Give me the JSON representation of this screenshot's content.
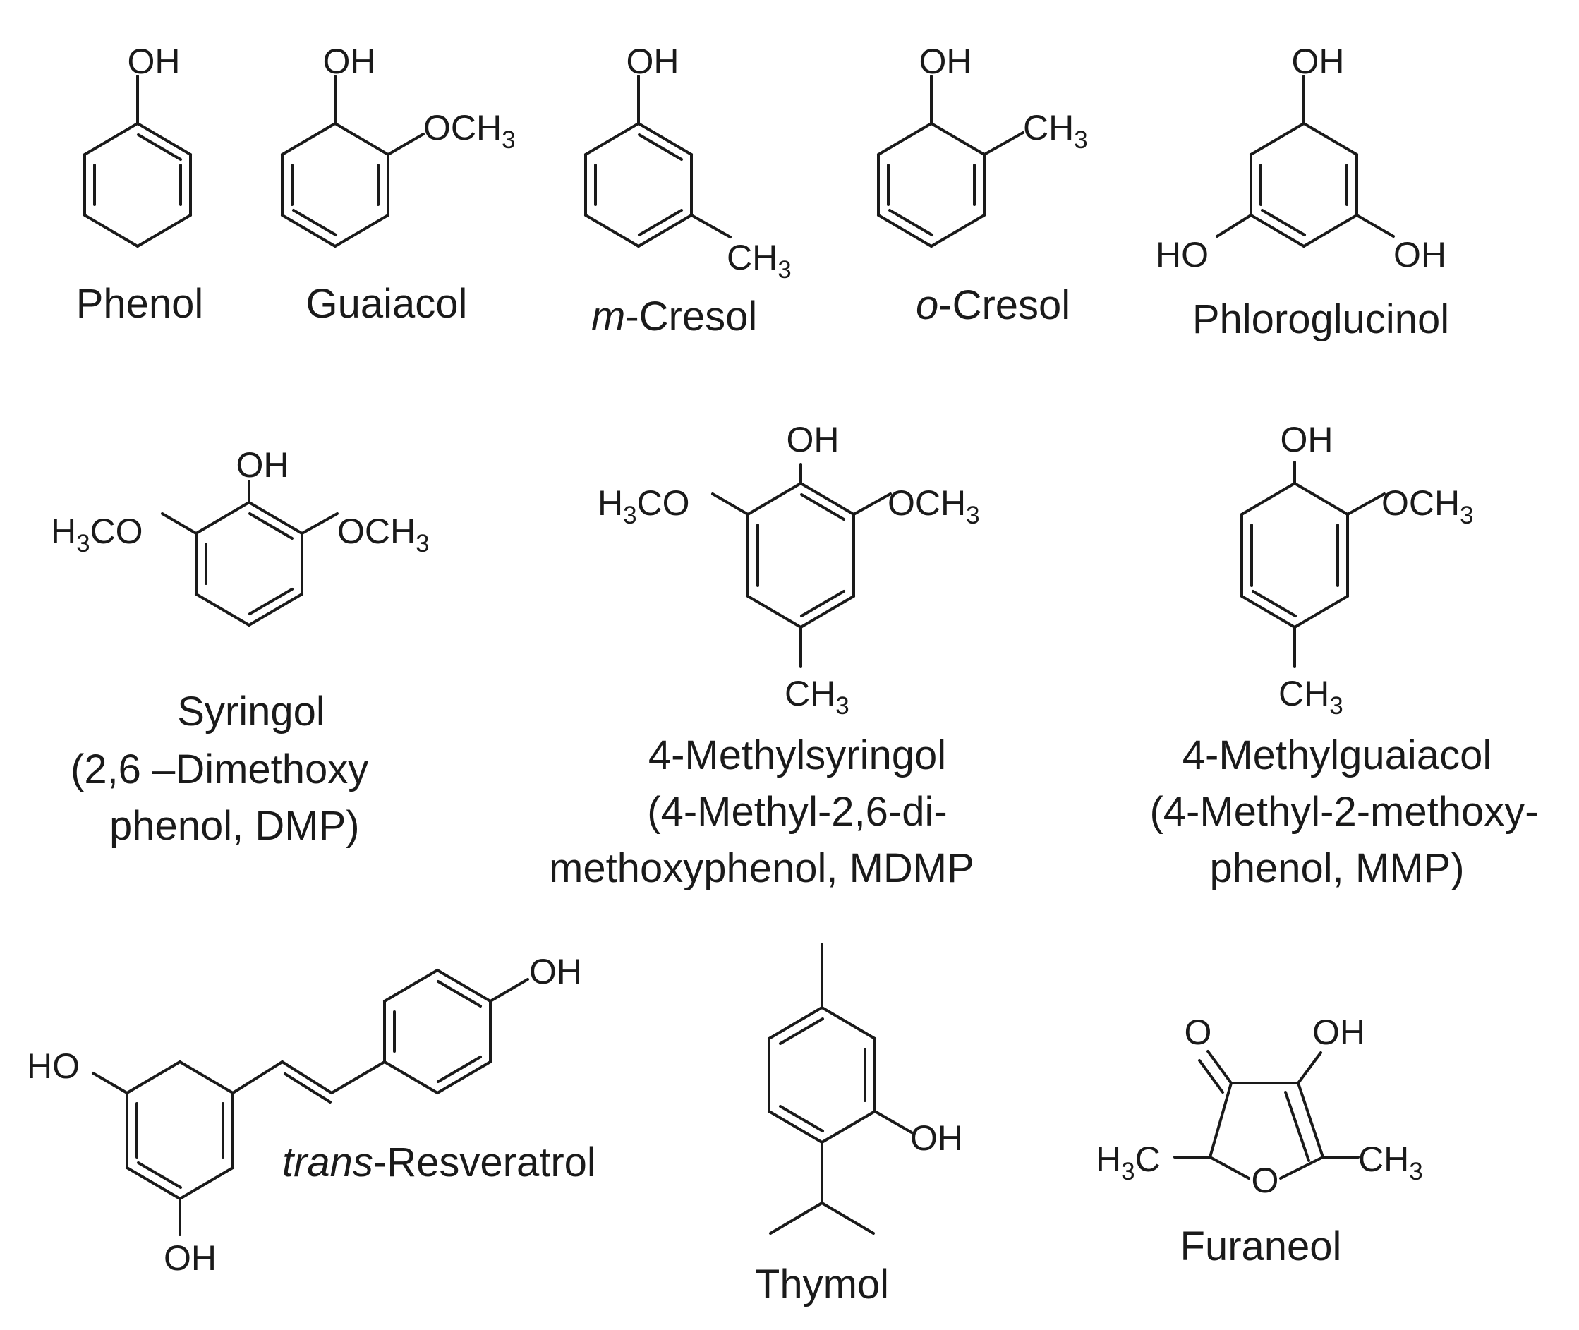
{
  "structures": [
    {
      "id": "phenol",
      "name": "Phenol",
      "groups": [
        "OH"
      ]
    },
    {
      "id": "guaiacol",
      "name": "Guaiacol",
      "groups": [
        "OH",
        "OCH3"
      ]
    },
    {
      "id": "m-cresol",
      "name_italic": "m",
      "name_rest": "-Cresol",
      "groups": [
        "OH",
        "CH3"
      ]
    },
    {
      "id": "o-cresol",
      "name_italic": "o",
      "name_rest": "-Cresol",
      "groups": [
        "OH",
        "CH3"
      ]
    },
    {
      "id": "phloroglucinol",
      "name": "Phloroglucinol",
      "groups": [
        "OH",
        "HO",
        "OH"
      ]
    },
    {
      "id": "syringol",
      "name_lines": [
        "Syringol",
        "(2,6 –Dimethoxy",
        "phenol, DMP)"
      ],
      "groups": [
        "OH",
        "H3CO",
        "OCH3"
      ]
    },
    {
      "id": "4-methylsyringol",
      "name_lines": [
        "4-Methylsyringol",
        "(4-Methyl-2,6-di-",
        "methoxyphenol, MDMP"
      ],
      "groups": [
        "OH",
        "H3CO",
        "OCH3",
        "CH3"
      ]
    },
    {
      "id": "4-methylguaiacol",
      "name_lines": [
        "4-Methylguaiacol",
        "(4-Methyl-2-methoxy-",
        "phenol, MMP)"
      ],
      "groups": [
        "OH",
        "OCH3",
        "CH3"
      ]
    },
    {
      "id": "trans-resveratrol",
      "name_italic": "trans",
      "name_rest": "-Resveratrol",
      "groups": [
        "OH",
        "HO",
        "OH"
      ]
    },
    {
      "id": "thymol",
      "name": "Thymol",
      "groups": [
        "OH"
      ]
    },
    {
      "id": "furaneol",
      "name": "Furaneol",
      "groups": [
        "O",
        "OH",
        "H3C",
        "O",
        "CH3"
      ]
    }
  ]
}
